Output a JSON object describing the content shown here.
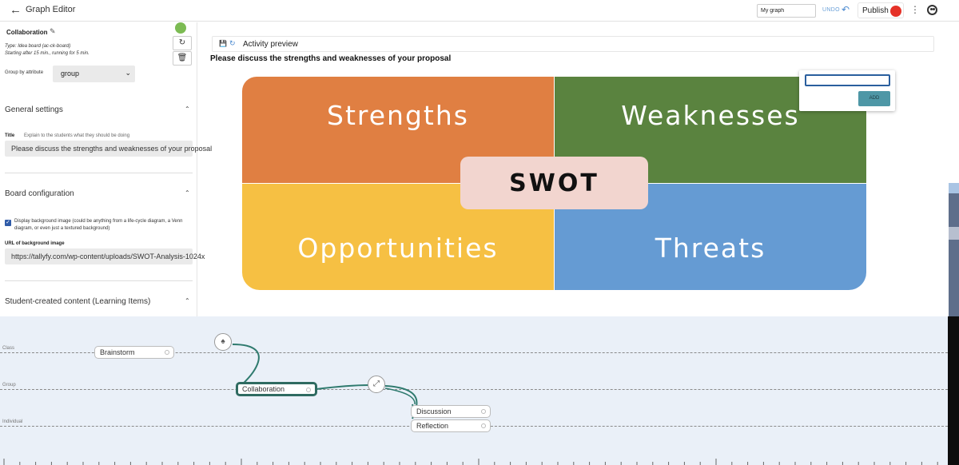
{
  "topbar": {
    "title": "Graph Editor",
    "graph_name": "My graph",
    "undo_label": "UNDO",
    "publish_label": "Publish",
    "icons": {
      "back": "arrow-left-icon",
      "undo": "undo-icon",
      "more": "more-vert-icon",
      "account": "account-icon"
    }
  },
  "left_panel": {
    "activity_title": "Collaboration",
    "type_line": "Type: Idea board (ac-ck-board)",
    "timing_line": "Starting after 15 min., running for 5 min.",
    "status_color": "#7cbb53",
    "group_by_label": "Group by attribute",
    "group_by_value": "group",
    "sections": {
      "general": "General settings",
      "board": "Board configuration",
      "student": "Student-created content (Learning Items)"
    },
    "title_field": {
      "label": "Title",
      "help": "Explain to the students what they should be doing",
      "value": "Please discuss the strengths and weaknesses of your proposal"
    },
    "bg_checkbox_text": "Display background image (could be anything from a life-cycle diagram, a Venn diagram, or even just a textured background)",
    "url_field": {
      "label": "URL of background image",
      "value": "https://tallyfy.com/wp-content/uploads/SWOT-Analysis-1024x"
    }
  },
  "preview": {
    "title": "Activity preview",
    "question": "Please discuss the strengths and weaknesses of your proposal",
    "board": {
      "strengths": "Strengths",
      "weaknesses": "Weaknesses",
      "opportunities": "Opportunities",
      "threats": "Threats",
      "center": "SWOT"
    },
    "add_button": "ADD"
  },
  "graph": {
    "lanes": [
      "Class",
      "Group",
      "Individual"
    ],
    "nodes": {
      "brainstorm": "Brainstorm",
      "collaboration": "Collaboration",
      "discussion": "Discussion",
      "reflection": "Reflection"
    },
    "colors": {
      "edge": "#2f7a6e",
      "publish": "#e53127"
    }
  }
}
